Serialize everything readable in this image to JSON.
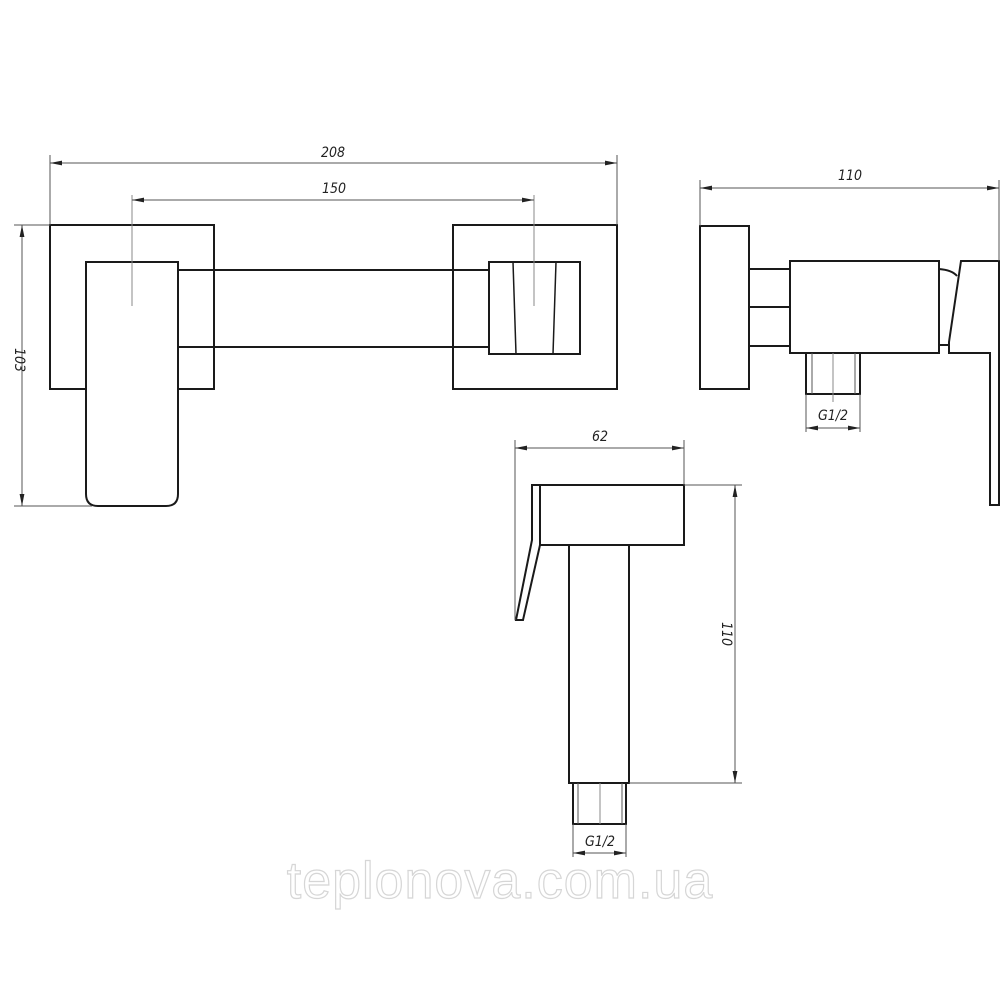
{
  "front_view": {
    "overall_width_label": "208",
    "center_distance_label": "150",
    "height_label": "103"
  },
  "side_view": {
    "depth_label": "110",
    "thread_label": "G1/2"
  },
  "hand_shower": {
    "width_label": "62",
    "length_label": "110",
    "thread_label": "G1/2"
  },
  "watermark": "teplonova.com.ua",
  "colors": {
    "line": "#1a1a1a",
    "dimension": "#555555",
    "watermark": "#d6d6d6"
  }
}
